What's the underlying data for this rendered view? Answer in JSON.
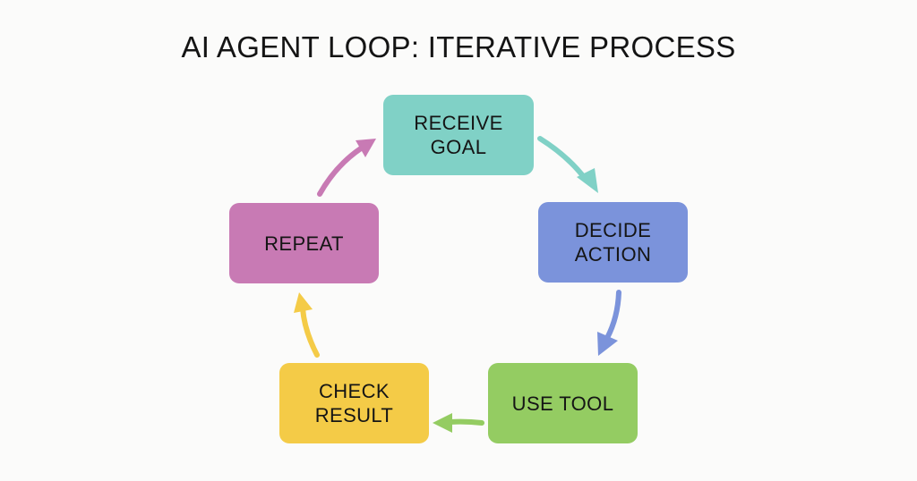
{
  "title": "AI AGENT LOOP: ITERATIVE PROCESS",
  "nodes": [
    {
      "id": "receive-goal",
      "label": "RECEIVE\nGOAL",
      "color": "#80d1c6"
    },
    {
      "id": "decide-action",
      "label": "DECIDE\nACTION",
      "color": "#7b93db"
    },
    {
      "id": "use-tool",
      "label": "USE TOOL",
      "color": "#94cc62"
    },
    {
      "id": "check-result",
      "label": "CHECK\nRESULT",
      "color": "#f4cb47"
    },
    {
      "id": "repeat",
      "label": "REPEAT",
      "color": "#c87ab4"
    }
  ],
  "edges": [
    {
      "from": "receive-goal",
      "to": "decide-action",
      "color": "#80d1c6"
    },
    {
      "from": "decide-action",
      "to": "use-tool",
      "color": "#7b93db"
    },
    {
      "from": "use-tool",
      "to": "check-result",
      "color": "#94cc62"
    },
    {
      "from": "check-result",
      "to": "repeat",
      "color": "#f4cb47"
    },
    {
      "from": "repeat",
      "to": "receive-goal",
      "color": "#c87ab4"
    }
  ]
}
